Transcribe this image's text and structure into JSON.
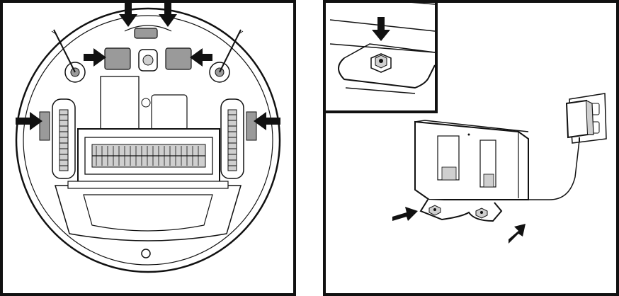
{
  "colors": {
    "ink": "#111111",
    "gray": "#9a9a9a",
    "light_gray": "#cfcfcf",
    "paper": "#ffffff"
  },
  "panels": [
    {
      "name": "robot-underside",
      "arrows": 6
    },
    {
      "name": "charging-dock",
      "arrows": 3
    }
  ],
  "icons": [
    "arrow-icon",
    "side-brush-icon",
    "sensor-icon",
    "roller-brush-icon",
    "wheel-icon",
    "dock-icon",
    "power-adapter-icon",
    "outlet-icon"
  ]
}
